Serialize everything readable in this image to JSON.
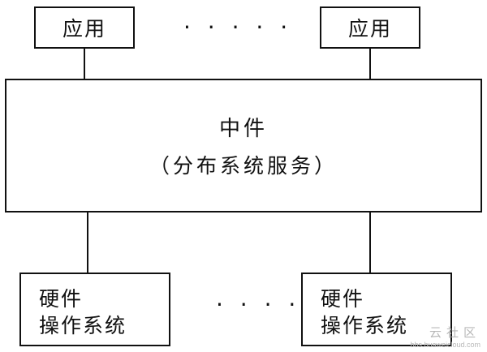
{
  "diagram": {
    "apps": [
      {
        "label": "应用"
      },
      {
        "label": "应用"
      }
    ],
    "top_ellipsis": "· · · · ·",
    "middleware": {
      "title": "中件",
      "subtitle": "（分布系统服务）"
    },
    "hardware": [
      {
        "line1": "硬件",
        "line2": "操作系统"
      },
      {
        "line1": "硬件",
        "line2": "操作系统"
      }
    ],
    "bottom_ellipsis": "· · · ·"
  },
  "watermark": {
    "name": "云社区",
    "url": "bbs.huaweicloud.com"
  },
  "colors": {
    "line": "#111111",
    "background": "#ffffff",
    "watermark": "#b8b8b8"
  }
}
